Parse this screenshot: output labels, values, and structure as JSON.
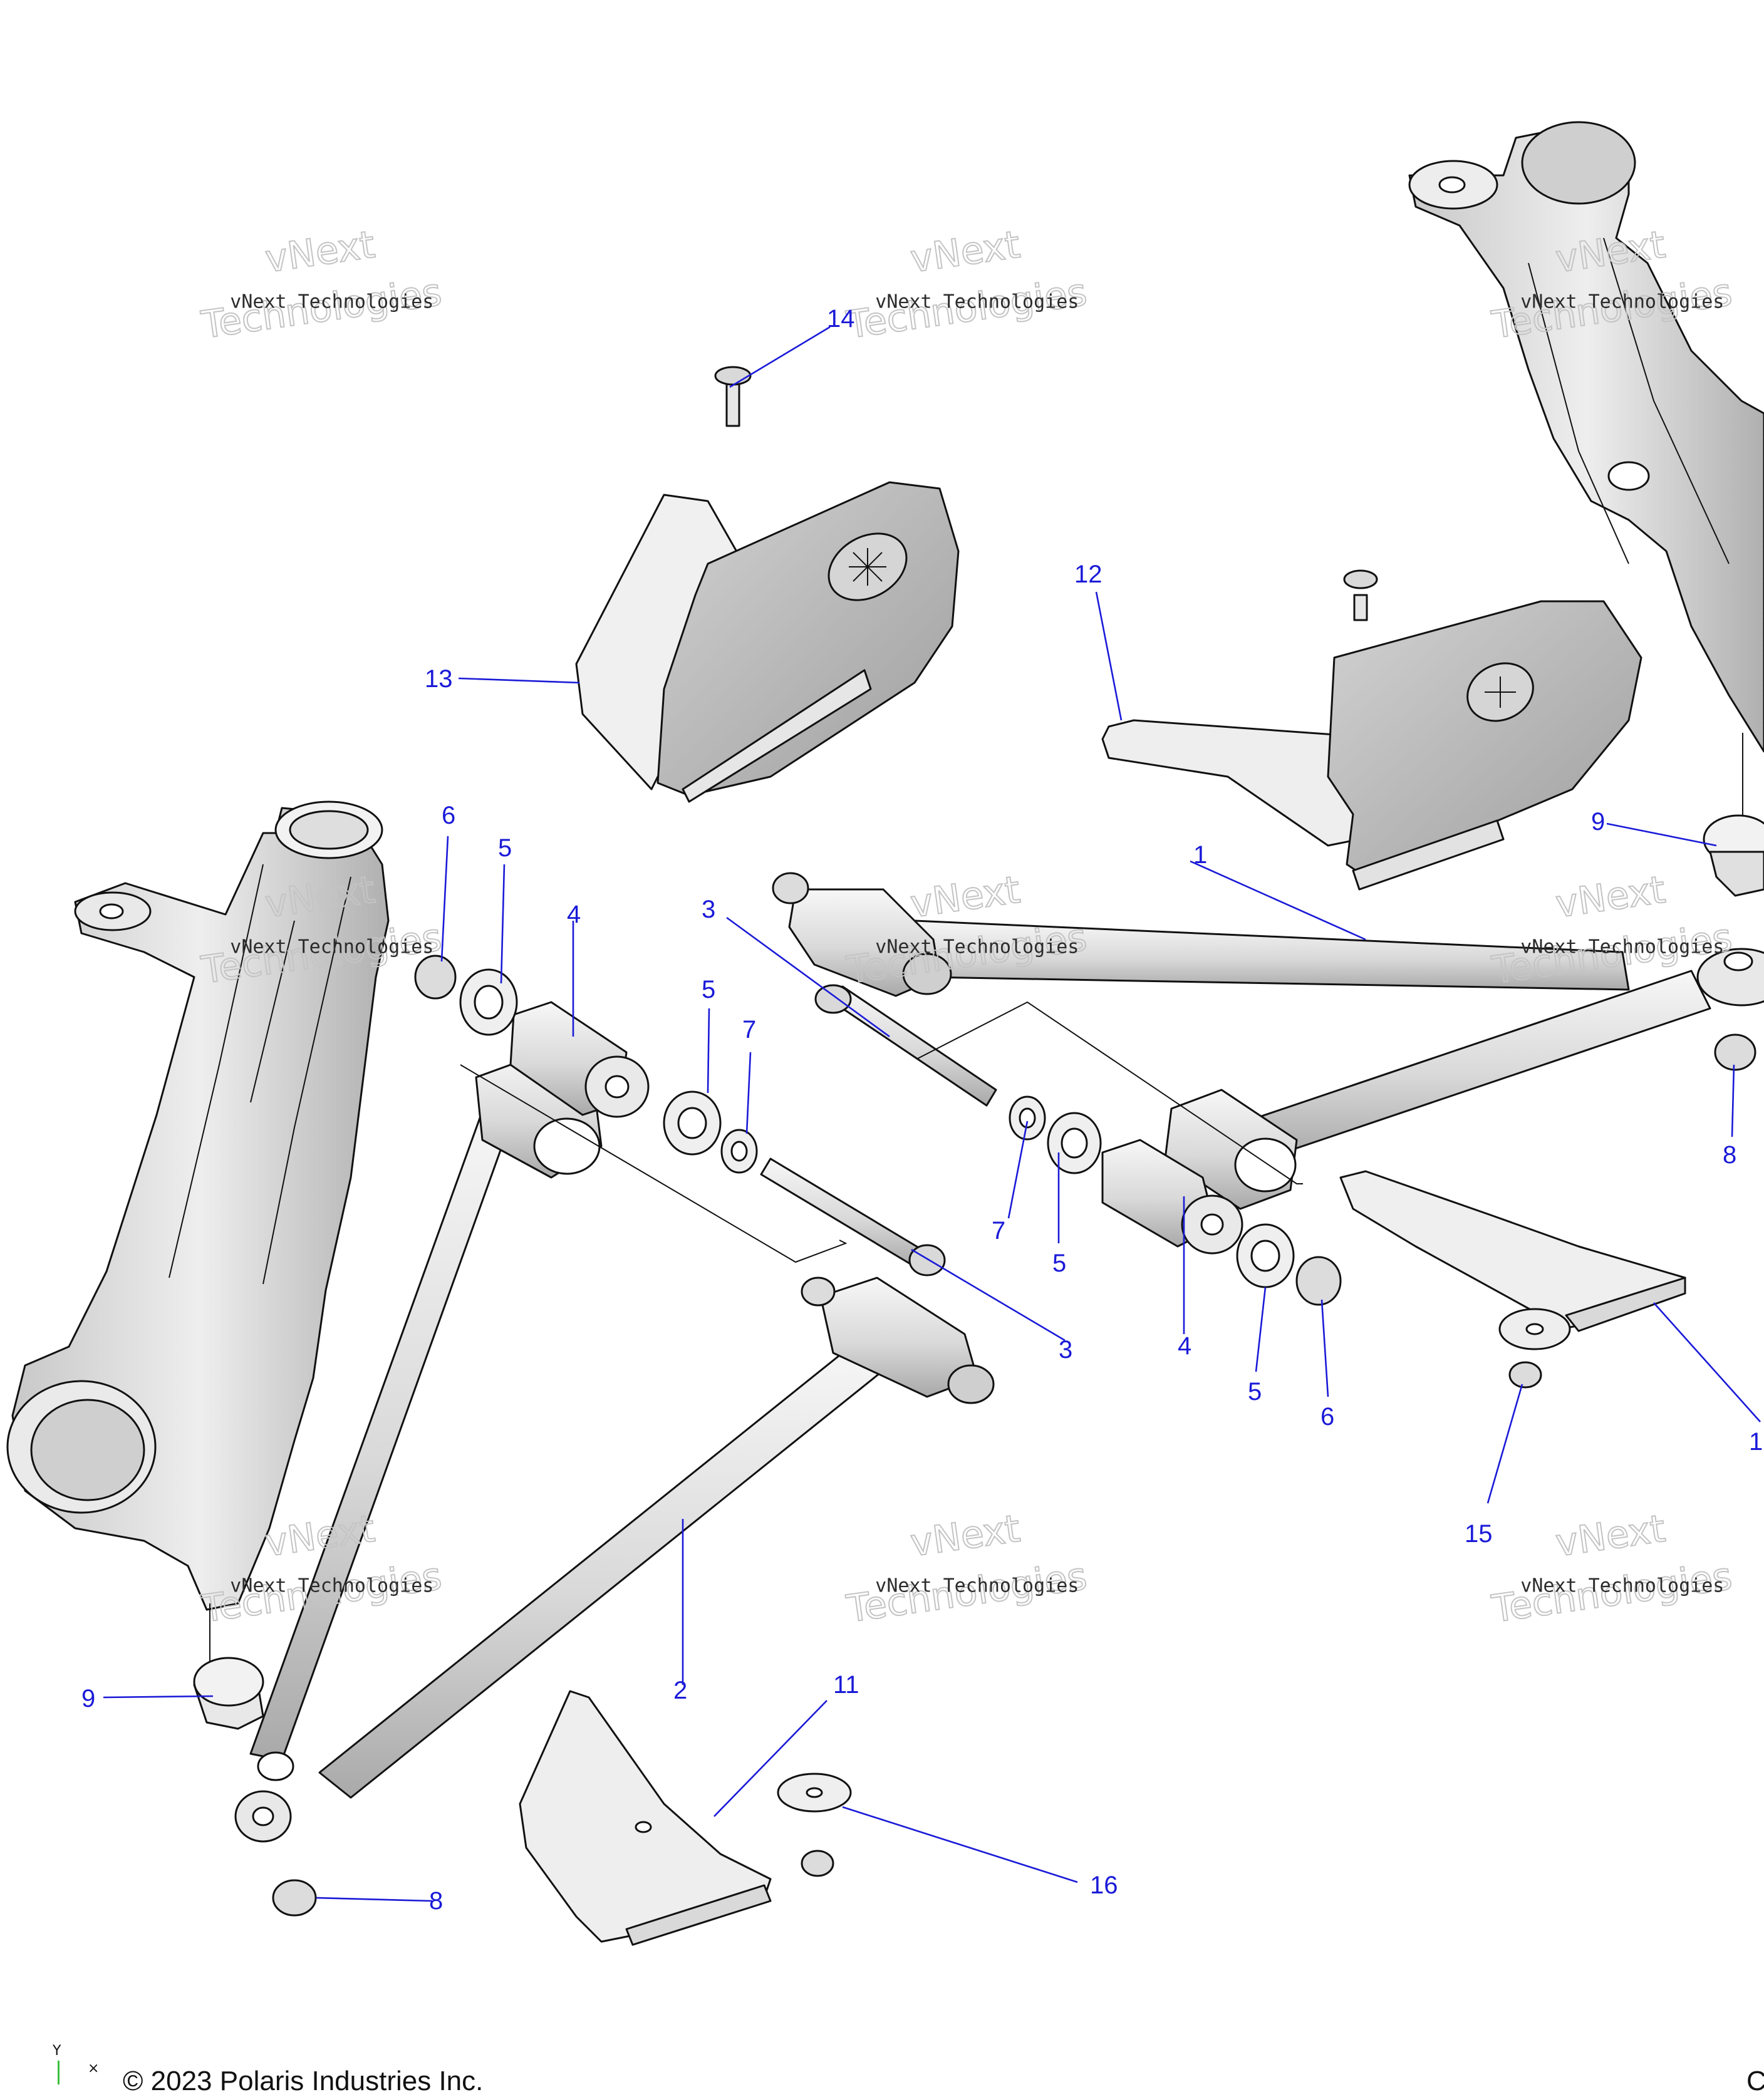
{
  "watermark": {
    "line1": "vNext Technologies",
    "line2a": "vNext",
    "line2b": "Technologies"
  },
  "callouts": {
    "c1": "1",
    "c2": "2",
    "c3a": "3",
    "c3b": "3",
    "c4a": "4",
    "c4b": "4",
    "c5a": "5",
    "c5b": "5",
    "c5c": "5",
    "c5d": "5",
    "c6a": "6",
    "c6b": "6",
    "c7a": "7",
    "c7b": "7",
    "c8a": "8",
    "c8b": "8",
    "c9a": "9",
    "c9b": "9",
    "c10": "1",
    "c11": "11",
    "c12": "12",
    "c13": "13",
    "c14": "14",
    "c15": "15",
    "c16": "16"
  },
  "footer": {
    "copyright": "© 2023 Polaris Industries Inc.",
    "right_code": "C"
  },
  "axis": {
    "y_label": "Y",
    "x_label": "×"
  },
  "colors": {
    "callout": "#1a1ad8",
    "part_fill": "#ececec",
    "part_shade": "#b8b8b8",
    "axis_y": "#3cbf3c"
  }
}
